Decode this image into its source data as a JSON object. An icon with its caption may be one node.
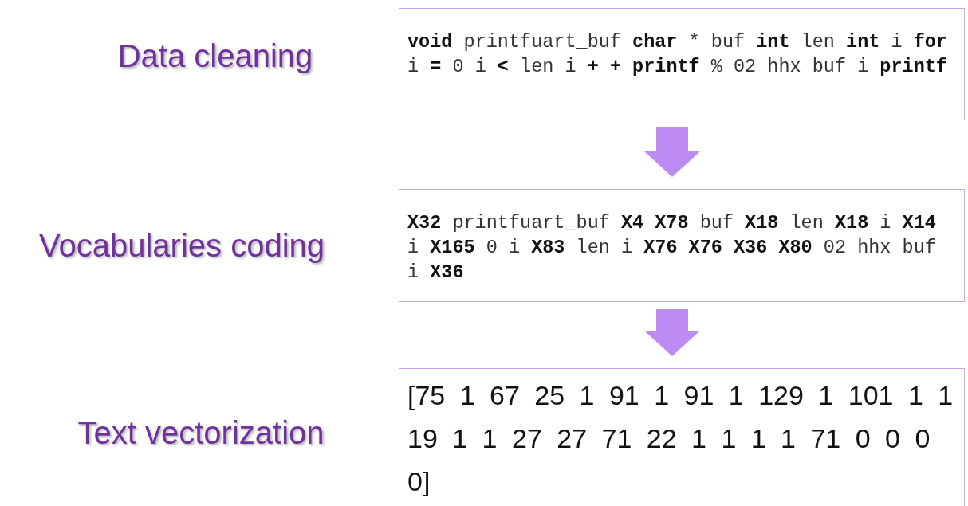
{
  "diagram": {
    "nodes": [
      {
        "text": [
          "**void** printfuart_buf **char** * buf **int** len **int** i **for** i **=** 0 i **<** len i **+ + printf** % 02 hhx buf i **printf**"
        ],
        "beside": [
          "Data cleaning"
        ]
      },
      {
        "text": [
          "**X32** printfuart_buf **X4 X78** buf **X18** len **X18** i **X14** i **X165** 0 i **X83** len i **X76 X76 X36 X80** 02 hhx buf i **X36**"
        ],
        "beside": [
          "Vocabularies coding"
        ]
      },
      {
        "text": [
          "[75 1 67 25 1 91 1 91 1 129 1 101 1 1 19 1 1 27 27 71 22 1 1 1 1 71 0 0 0 0]"
        ],
        "beside": [
          "Text vectorization"
        ]
      }
    ],
    "edges": [
      {
        "from": 0,
        "to": 1,
        "arrow": "to"
      },
      {
        "from": 1,
        "to": 2,
        "arrow": "to"
      }
    ]
  }
}
